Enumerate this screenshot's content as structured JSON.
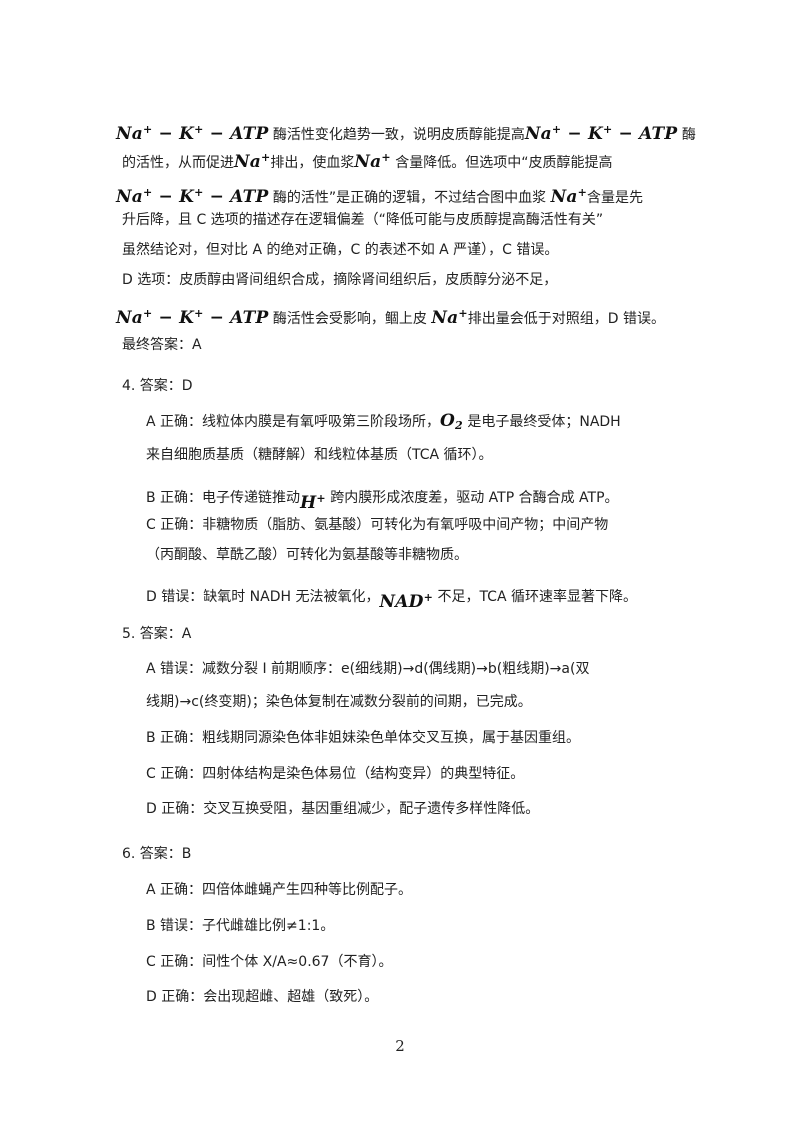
{
  "p1": {
    "l1a": "Na",
    "l1b": "+",
    "l1c": " − K",
    "l1d": "+",
    "l1e": " − ATP",
    "l1f": "  酶活性变化趋势一致，说明皮质醇能提高",
    "l1g": "Na",
    "l1h": "+",
    "l1i": " − K",
    "l1j": "+",
    "l1k": " − ATP",
    "l1l": " 酶",
    "l2a": "的活性，从而促进",
    "l2b": "Na",
    "l2c": "+",
    "l2d": "排出，使血浆",
    "l2e": "Na",
    "l2f": "+",
    "l2g": " 含量降低。但选项中“皮质醇能提高",
    "l3a": "Na",
    "l3b": "+",
    "l3c": " − K",
    "l3d": "+",
    "l3e": " − ATP",
    "l3f": "  酶的活性”是正确的逻辑，不过结合图中血浆 ",
    "l3g": "Na",
    "l3h": "+",
    "l3i": "含量是先",
    "l4": "升后降，且 C 选项的描述存在逻辑偏差（“降低可能与皮质醇提高酶活性有关”",
    "l5": "虽然结论对，但对比 A 的绝对正确，C 的表述不如 A 严谨），C 错误。",
    "l6": "D 选项：皮质醇由肾间组织合成，摘除肾间组织后，皮质醇分泌不足，",
    "l7a": "Na",
    "l7b": "+",
    "l7c": " − K",
    "l7d": "+",
    "l7e": " − ATP",
    "l7f": "  酶活性会受影响，鲴上皮 ",
    "l7g": "Na",
    "l7h": "+",
    "l7i": "排出量会低于对照组，D 错误。",
    "l8": "最终答案：A"
  },
  "q4": {
    "head": "4.  答案：D",
    "a1a": "A 正确：线粒体内膜是有氧呼吸第三阶段场所，",
    "a1b": "O",
    "a1c": "2",
    "a1d": " 是电子最终受体；NADH",
    "a2": "来自细胞质基质（糖酵解）和线粒体基质（TCA 循环）。",
    "b1a": "B  正确：电子传递链推动",
    "b1b": "H",
    "b1c": "+",
    "b1d": " 跨内膜形成浓度差，驱动  ATP  合酶合成  ATP。",
    "c1": "C  正确：非糖物质（脂肪、氨基酸）可转化为有氧呼吸中间产物；中间产物",
    "c2": "（丙酮酸、草酰乙酸）可转化为氨基酸等非糖物质。",
    "d1a": "D  错误：缺氧时  NADH  无法被氧化，",
    "d1b": "NAD",
    "d1c": "+",
    "d1d": "  不足，TCA  循环速率显著下降。"
  },
  "q5": {
    "head": "5.  答案：A",
    "a1": "A  错误：减数分裂  I  前期顺序：e(细线期)→d(偶线期)→b(粗线期)→a(双",
    "a2": "线期)→c(终变期)；染色体复制在减数分裂前的间期，已完成。",
    "b": "B  正确：粗线期同源染色体非姐妹染色单体交叉互换，属于基因重组。",
    "c": "C  正确：四射体结构是染色体易位（结构变异）的典型特征。",
    "d": "D  正确：交叉互换受阻，基因重组减少，配子遗传多样性降低。"
  },
  "q6": {
    "head": "6.  答案：B",
    "a": "A  正确：四倍体雌蝇产生四种等比例配子。",
    "b": "B  错误：子代雌雄比例≠1:1。",
    "c": "C  正确：间性个体  X/A≈0.67（不育）。",
    "d": "D  正确：会出现超雌、超雄（致死）。"
  },
  "page_number": "2"
}
